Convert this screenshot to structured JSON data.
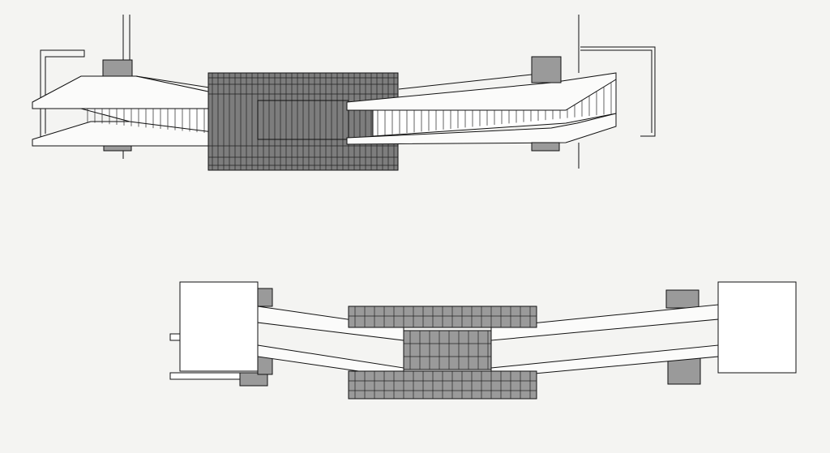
{
  "title": "",
  "views": [
    {
      "id": "upper-axonometric",
      "elements": [
        "left-tower",
        "left-bridge-deck",
        "central-mass",
        "right-bridge-deck",
        "right-tower"
      ]
    },
    {
      "id": "lower-axonometric",
      "elements": [
        "left-block",
        "left-bridge",
        "central-stacked-bars",
        "right-bridge",
        "right-block"
      ]
    }
  ],
  "colors": {
    "background": "#f4f4f2",
    "line": "#111111",
    "mass_fill": "#7d7d7d",
    "cage_fill": "#9a9a9a",
    "slab_fill": "#fbfbfa"
  }
}
